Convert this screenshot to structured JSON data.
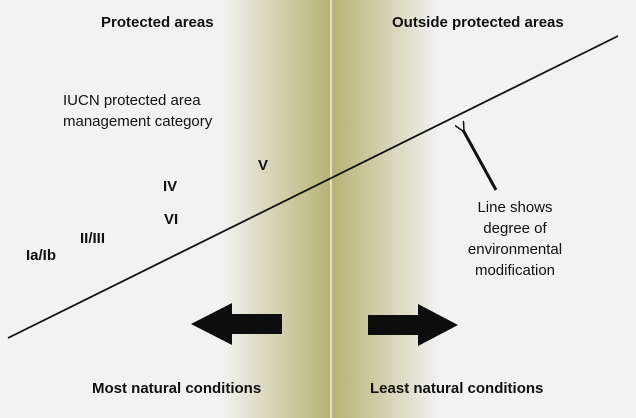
{
  "headers": {
    "left": "Protected areas",
    "right": "Outside protected areas"
  },
  "category_title": {
    "line1": "IUCN protected area",
    "line2": "management category"
  },
  "categories": {
    "ia_ib": "Ia/Ib",
    "ii_iii": "II/III",
    "iv": "IV",
    "vi": "VI",
    "v": "V"
  },
  "annotation": {
    "line1": "Line shows",
    "line2": "degree of",
    "line3": "environmental",
    "line4": "modification"
  },
  "footer": {
    "left": "Most natural conditions",
    "right": "Least natural conditions"
  },
  "colors": {
    "background": "#f2f2f2",
    "band": "#b3ae6c",
    "line": "#111111"
  }
}
